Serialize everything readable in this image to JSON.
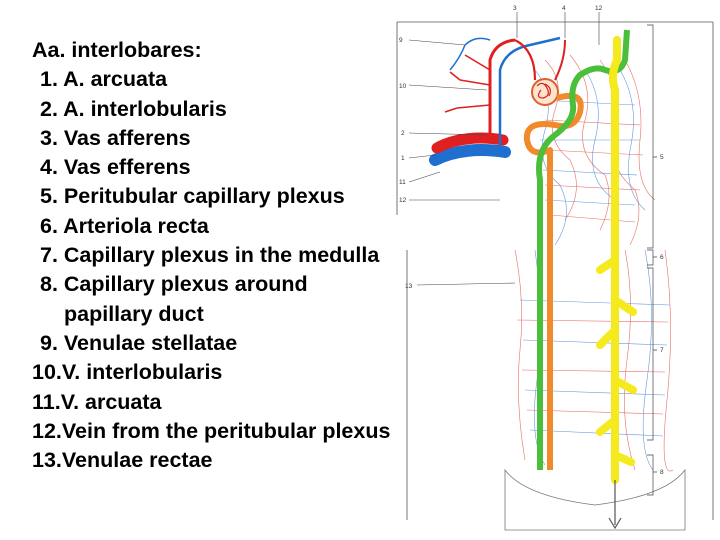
{
  "legend": {
    "heading": "Aa. interlobares:",
    "items": [
      "1. A. arcuata",
      "2. A. interlobularis",
      "3. Vas afferens",
      "4. Vas efferens",
      "5. Peritubular capillary plexus",
      "6. Arteriola recta",
      "7. Capillary plexus in the medulla",
      "8. Capillary plexus around",
      "papillary duct",
      "9. Venulae stellatae",
      "10.V. interlobularis",
      "11.V. arcuata",
      "12.Vein from the peritubular plexus",
      "13.Venulae rectae"
    ]
  },
  "figure": {
    "top_labels": [
      "3",
      "4",
      "12"
    ],
    "left_labels": [
      "9",
      "10",
      "2",
      "1",
      "11",
      "12",
      "13"
    ],
    "right_labels": [
      "5",
      "6",
      "7",
      "8"
    ],
    "colors": {
      "artery": "#e02020",
      "vein": "#1e6fd0",
      "proximal_tubule": "#f08a2a",
      "distal_tubule": "#4bbf3c",
      "collecting_duct": "#f5ea1e"
    }
  }
}
